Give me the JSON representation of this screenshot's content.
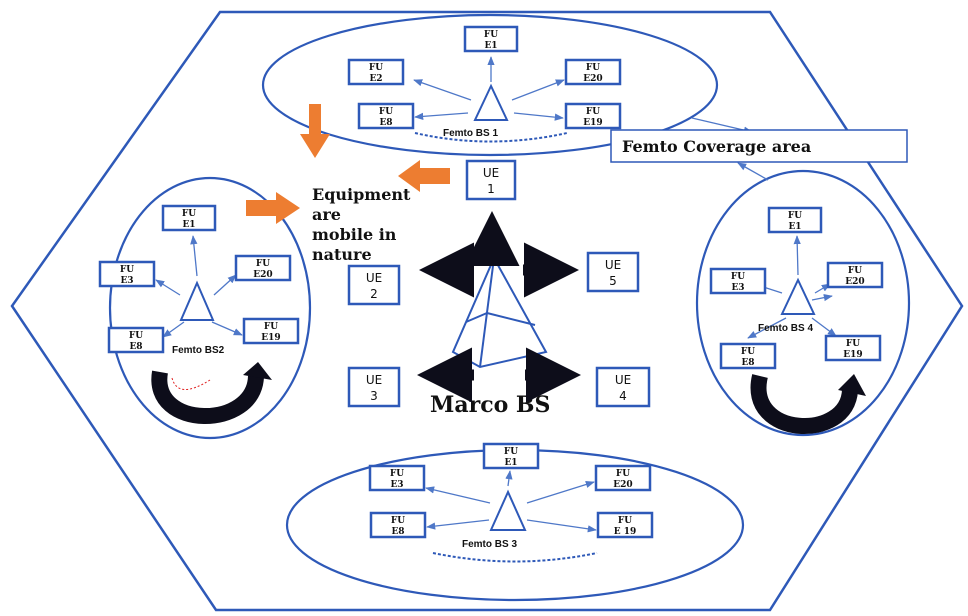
{
  "macro_bs": {
    "label": "Marco BS"
  },
  "coverage_label": "Femto Coverage area",
  "mobility_note": [
    "Equipment",
    "are",
    "mobile in",
    "nature"
  ],
  "ue": [
    {
      "l1": "UE",
      "l2": "1"
    },
    {
      "l1": "UE",
      "l2": "2"
    },
    {
      "l1": "UE",
      "l2": "3"
    },
    {
      "l1": "UE",
      "l2": "4"
    },
    {
      "l1": "UE",
      "l2": "5"
    }
  ],
  "femto_cells": [
    {
      "bs_label": "Femto BS 1",
      "fue": [
        {
          "l1": "FU",
          "l2": "E1"
        },
        {
          "l1": "FU",
          "l2": "E2"
        },
        {
          "l1": "FU",
          "l2": "E20"
        },
        {
          "l1": "FU",
          "l2": "E8"
        },
        {
          "l1": "FU",
          "l2": "E19"
        }
      ]
    },
    {
      "bs_label": "Femto BS2",
      "fue": [
        {
          "l1": "FU",
          "l2": "E1"
        },
        {
          "l1": "FU",
          "l2": "E3"
        },
        {
          "l1": "FU",
          "l2": "E20"
        },
        {
          "l1": "FU",
          "l2": "E8"
        },
        {
          "l1": "FU",
          "l2": "E19"
        }
      ]
    },
    {
      "bs_label": "Femto BS 3",
      "fue": [
        {
          "l1": "FU",
          "l2": "E1"
        },
        {
          "l1": "FU",
          "l2": "E3"
        },
        {
          "l1": "FU",
          "l2": "E20"
        },
        {
          "l1": "FU",
          "l2": "E8"
        },
        {
          "l1": "FU",
          "l2": "E 19"
        }
      ]
    },
    {
      "bs_label": "Femto BS 4",
      "fue": [
        {
          "l1": "FU",
          "l2": "E1"
        },
        {
          "l1": "FU",
          "l2": "E3"
        },
        {
          "l1": "FU",
          "l2": "E20"
        },
        {
          "l1": "FU",
          "l2": "E8"
        },
        {
          "l1": "FU",
          "l2": "E19"
        }
      ]
    }
  ],
  "colors": {
    "outline": "#2e59b8",
    "arrow_dark": "#0d0d1a",
    "arrow_accent": "#ed7d31"
  }
}
